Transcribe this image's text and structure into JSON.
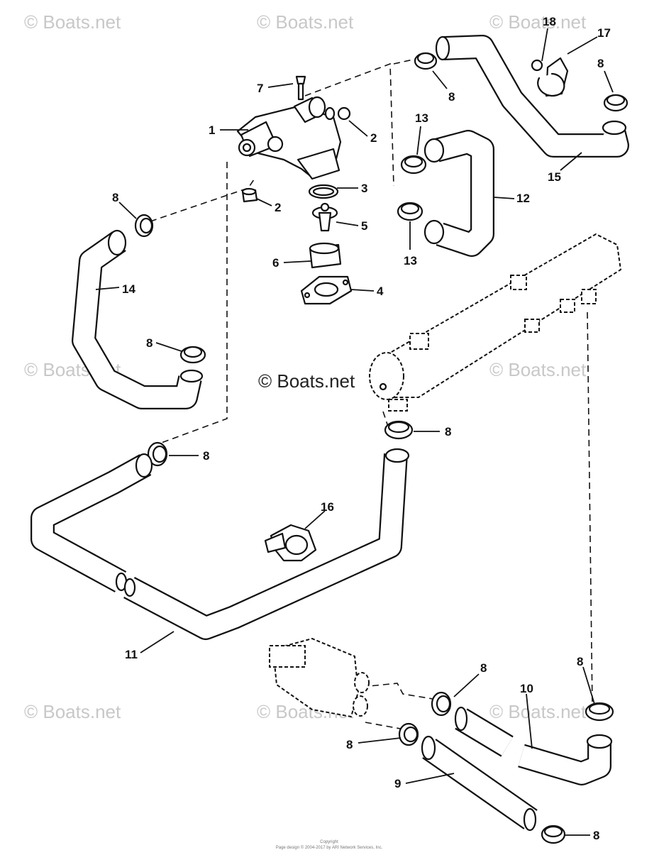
{
  "watermarks": {
    "corner_text": "© Boats.net",
    "center_text": "© Boats.net"
  },
  "footer": {
    "line1": "Copyright",
    "line2": "Page design © 2004-2017 by ARI Network Services, Inc."
  },
  "callouts": {
    "c1": "1",
    "c2a": "2",
    "c2b": "2",
    "c3": "3",
    "c4": "4",
    "c5": "5",
    "c6": "6",
    "c7": "7",
    "c8_top": "8",
    "c8_topright": "8",
    "c8_left": "8",
    "c8_midleft": "8",
    "c8_center": "8",
    "c8_lowleft": "8",
    "c8_bottommid": "8",
    "c8_bottomleft": "8",
    "c8_bottomright": "8",
    "c8_right": "8",
    "c9": "9",
    "c10": "10",
    "c11": "11",
    "c12": "12",
    "c13_top": "13",
    "c13_bottom": "13",
    "c14": "14",
    "c15": "15",
    "c16": "16",
    "c17": "17",
    "c18": "18"
  },
  "colors": {
    "ink": "#111111",
    "watermark": "#c8c8c8",
    "paper": "#ffffff"
  }
}
